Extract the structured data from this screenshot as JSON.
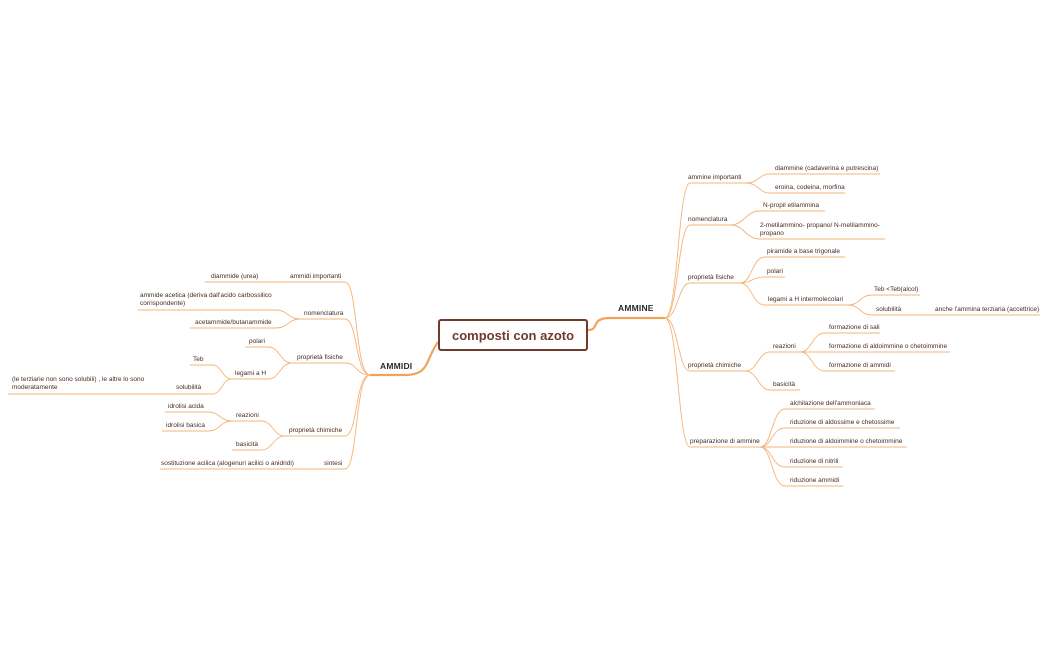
{
  "map": {
    "root": "composti con azoto",
    "ammine": {
      "label": "AMMINE",
      "importanti": {
        "label": "ammine importanti",
        "a": "diammine (cadaverina e putrescina)",
        "b": "eroina, codeina, morfina"
      },
      "nomenclatura": {
        "label": "nomenclatura",
        "a": "N-propil etilammina",
        "b": "2-metilammino- propano/ N-metilammino- propano"
      },
      "fisiche": {
        "label": "proprietà fisiche",
        "a": "piramide a base trigonale",
        "b": "polari",
        "legami": "legami a H intermolecolari",
        "teb": "Teb <Teb(alcol)",
        "solubilita": "solubilità",
        "sol_note": "anche l'ammina terziaria (accettrice)"
      },
      "chimiche": {
        "label": "proprietà chimiche",
        "reazioni": "reazioni",
        "r1": "formazione di sali",
        "r2": "formazione di aldoimmine o chetoimmine",
        "r3": "formazione di ammidi",
        "basicita": "basicità"
      },
      "preparazione": {
        "label": "preparazione di ammine",
        "p1": "alchilazione dell'ammoniaca",
        "p2": "riduzione di aldossime e chetossime",
        "p3": "riduzione di aldoimmine o chetoimmine",
        "p4": "riduzione di nitrili",
        "p5": "riduzione ammidi"
      }
    },
    "ammidi": {
      "label": "AMMIDI",
      "importanti": {
        "label": "ammidi importanti",
        "a": "diammide (urea)"
      },
      "nomenclatura": {
        "label": "nomenclatura",
        "a": "ammide acetica (deriva dall'acido carbossilico corrispondente)",
        "b": "acetammide/butanammide"
      },
      "fisiche": {
        "label": "proprietà fisiche",
        "polari": "polari",
        "legami": "legami a H",
        "teb": "Teb",
        "solubilita": "solubilità",
        "sol_note": "(le terziarie non sono solubili) , le altre lo sono moderatamente"
      },
      "chimiche": {
        "label": "proprietà chimiche",
        "reazioni": "reazioni",
        "r1": "idrolisi acida",
        "r2": "idrolisi basica",
        "basicita": "basicità"
      },
      "sintesi": {
        "label": "sintesi",
        "a": "sostituzione acilica (alogenuri acilici o anidridi)"
      }
    }
  }
}
